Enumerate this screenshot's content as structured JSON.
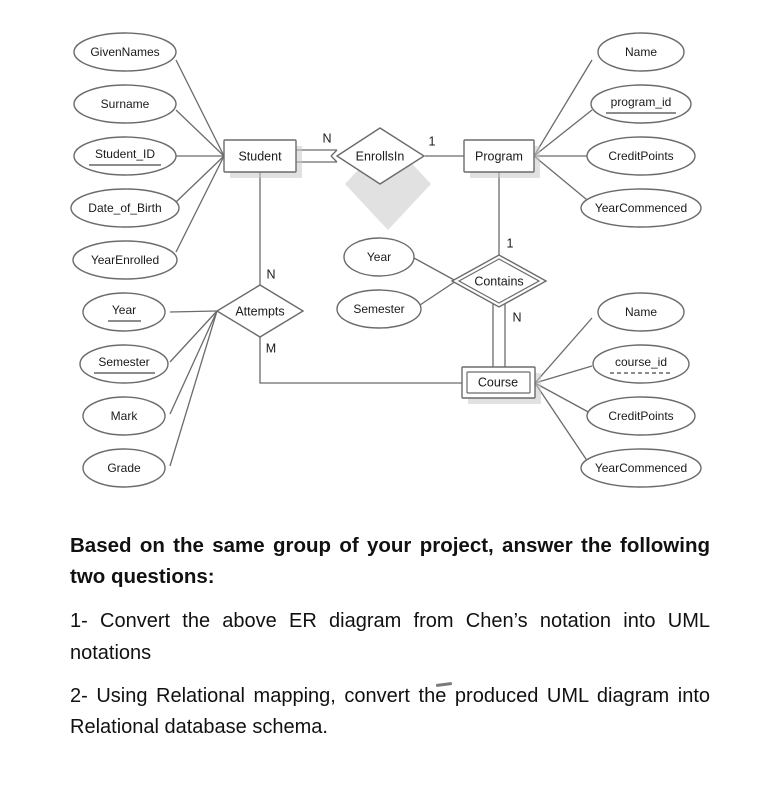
{
  "diagram": {
    "title": "ER diagram (Chen's notation)",
    "entities": [
      {
        "name": "Student",
        "label": "Student",
        "weak": false
      },
      {
        "name": "Program",
        "label": "Program",
        "weak": false
      },
      {
        "name": "Course",
        "label": "Course",
        "weak": true
      }
    ],
    "relationships": [
      {
        "name": "EnrollsIn",
        "label": "EnrollsIn",
        "identifying": false
      },
      {
        "name": "Attempts",
        "label": "Attempts",
        "identifying": false
      },
      {
        "name": "Contains",
        "label": "Contains",
        "identifying": true
      }
    ],
    "student_attributes": [
      {
        "label": "GivenNames",
        "key": "none"
      },
      {
        "label": "Surname",
        "key": "none"
      },
      {
        "label": "Student_ID",
        "key": "primary"
      },
      {
        "label": "Date_of_Birth",
        "key": "none"
      },
      {
        "label": "YearEnrolled",
        "key": "none"
      }
    ],
    "attempts_attributes": [
      {
        "label": "Year",
        "key": "primary"
      },
      {
        "label": "Semester",
        "key": "primary"
      },
      {
        "label": "Mark",
        "key": "none"
      },
      {
        "label": "Grade",
        "key": "none"
      }
    ],
    "contains_attributes": [
      {
        "label": "Year",
        "key": "none"
      },
      {
        "label": "Semester",
        "key": "none"
      }
    ],
    "program_attributes": [
      {
        "label": "Name",
        "key": "none"
      },
      {
        "label": "program_id",
        "key": "primary"
      },
      {
        "label": "CreditPoints",
        "key": "none"
      },
      {
        "label": "YearCommenced",
        "key": "none"
      }
    ],
    "course_attributes": [
      {
        "label": "Name",
        "key": "none"
      },
      {
        "label": "course_id",
        "key": "partial"
      },
      {
        "label": "CreditPoints",
        "key": "none"
      },
      {
        "label": "YearCommenced",
        "key": "none"
      }
    ],
    "cardinalities": {
      "student_enrollsin": "N",
      "enrollsin_program": "1",
      "student_attempts": "N",
      "attempts_course": "M",
      "program_contains": "1",
      "contains_course": "N"
    },
    "colors": {
      "stroke": "#6b6b6b",
      "text": "#1a1a1a",
      "background": "#ffffff"
    }
  },
  "question": {
    "heading": "Based on the same group of your project, answer the following two questions:",
    "item1": "1- Convert the above ER diagram from Chen’s notation into UML notations",
    "item2": "2- Using Relational mapping, convert the produced UML diagram into Relational database schema."
  }
}
